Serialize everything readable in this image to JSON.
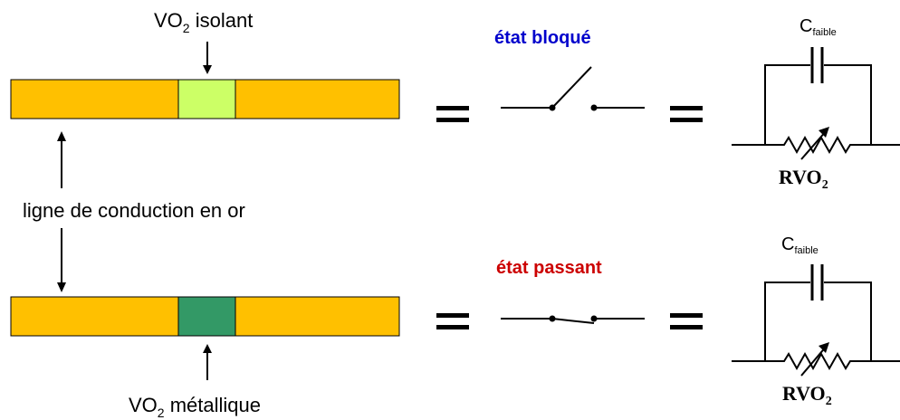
{
  "labels": {
    "vo2_top": {
      "main": "VO",
      "sub": "2",
      "rest": " isolant"
    },
    "vo2_bottom": {
      "main": "VO",
      "sub": "2",
      "rest": " métallique"
    },
    "ligne": "ligne de conduction en or",
    "etat_bloque": "état bloqué",
    "etat_passant": "état passant",
    "cap_top": {
      "main": "C",
      "sub": "faible"
    },
    "cap_bottom": {
      "main": "C",
      "sub": "faible"
    },
    "rvo2_top": {
      "main": "RVO",
      "sub": "2"
    },
    "rvo2_bottom": {
      "main": "RVO",
      "sub": "2"
    },
    "equals": "="
  },
  "colors": {
    "gold": "#FFC000",
    "vo2_insulating": "#CCFF66",
    "vo2_metallic": "#339966",
    "bloque_text": "#0000CC",
    "passant_text": "#CC0000",
    "line": "#000000"
  }
}
